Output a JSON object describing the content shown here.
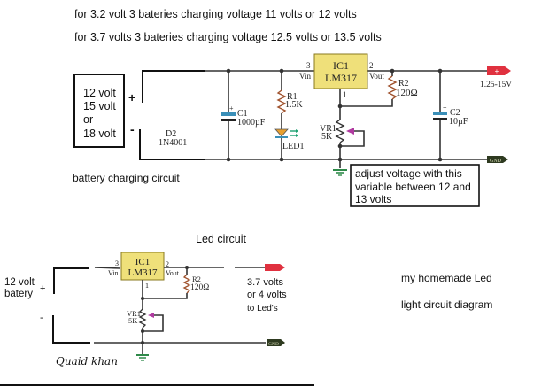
{
  "header": {
    "line1": "for 3.2 volt 3 bateries charging voltage 11 volts or 12 volts",
    "line2": "for 3.7 volts 3 bateries charging voltage 12.5 volts or 13.5 volts"
  },
  "charging_circuit": {
    "caption": "battery charging circuit",
    "source_box": [
      "12 volt",
      "15 volt",
      "or",
      "18 volt"
    ],
    "plus": "+",
    "minus": "-",
    "diode": {
      "name": "D2",
      "part": "1N4001"
    },
    "c1": {
      "name": "C1",
      "value": "1000µF"
    },
    "r1": {
      "name": "R1",
      "value": "1.5K"
    },
    "led": {
      "name": "LED1"
    },
    "ic": {
      "name": "IC1",
      "part": "LM317",
      "pin_in": "3",
      "pin_out": "2",
      "pin_adj": "1",
      "vin": "Vin",
      "vout": "Vout"
    },
    "r2": {
      "name": "R2",
      "value": "120Ω"
    },
    "vr1": {
      "name": "VR1",
      "value": "5K"
    },
    "c2": {
      "name": "C2",
      "value": "10µF"
    },
    "output_label": "1.25-15V",
    "gnd_label": "GND",
    "note": [
      "adjust voltage with this",
      "variable between 12 and",
      "13 volts"
    ]
  },
  "led_circuit": {
    "title": "Led circuit",
    "battery": [
      "12 volt",
      "batery"
    ],
    "plus": "+",
    "minus": "-",
    "ic": {
      "name": "IC1",
      "part": "LM317",
      "pin_in": "3",
      "pin_out": "2",
      "pin_adj": "1",
      "vin": "Vin",
      "vout": "Vout"
    },
    "r2": {
      "name": "R2",
      "value": "120Ω"
    },
    "vr1": {
      "name": "VR1",
      "value": "5K"
    },
    "output_note": [
      "3.7 volts",
      "or 4 volts",
      "to Led's"
    ],
    "gnd_label": "GND"
  },
  "side_caption": [
    "my homemade Led",
    "light circuit diagram"
  ],
  "signature": "Quaid khan",
  "colors": {
    "ic_fill": "#efe07a",
    "ic_stroke": "#8a7a20",
    "cap_blue": "#3a8fb8",
    "resistor": "#a0522d",
    "wiper": "#b03aa0",
    "out_flag": "#e0313f",
    "gnd_flag": "#2e3a20",
    "ground": "#2f8a4a",
    "led_body": "#e8a030",
    "led_arrow": "#1aa070"
  }
}
